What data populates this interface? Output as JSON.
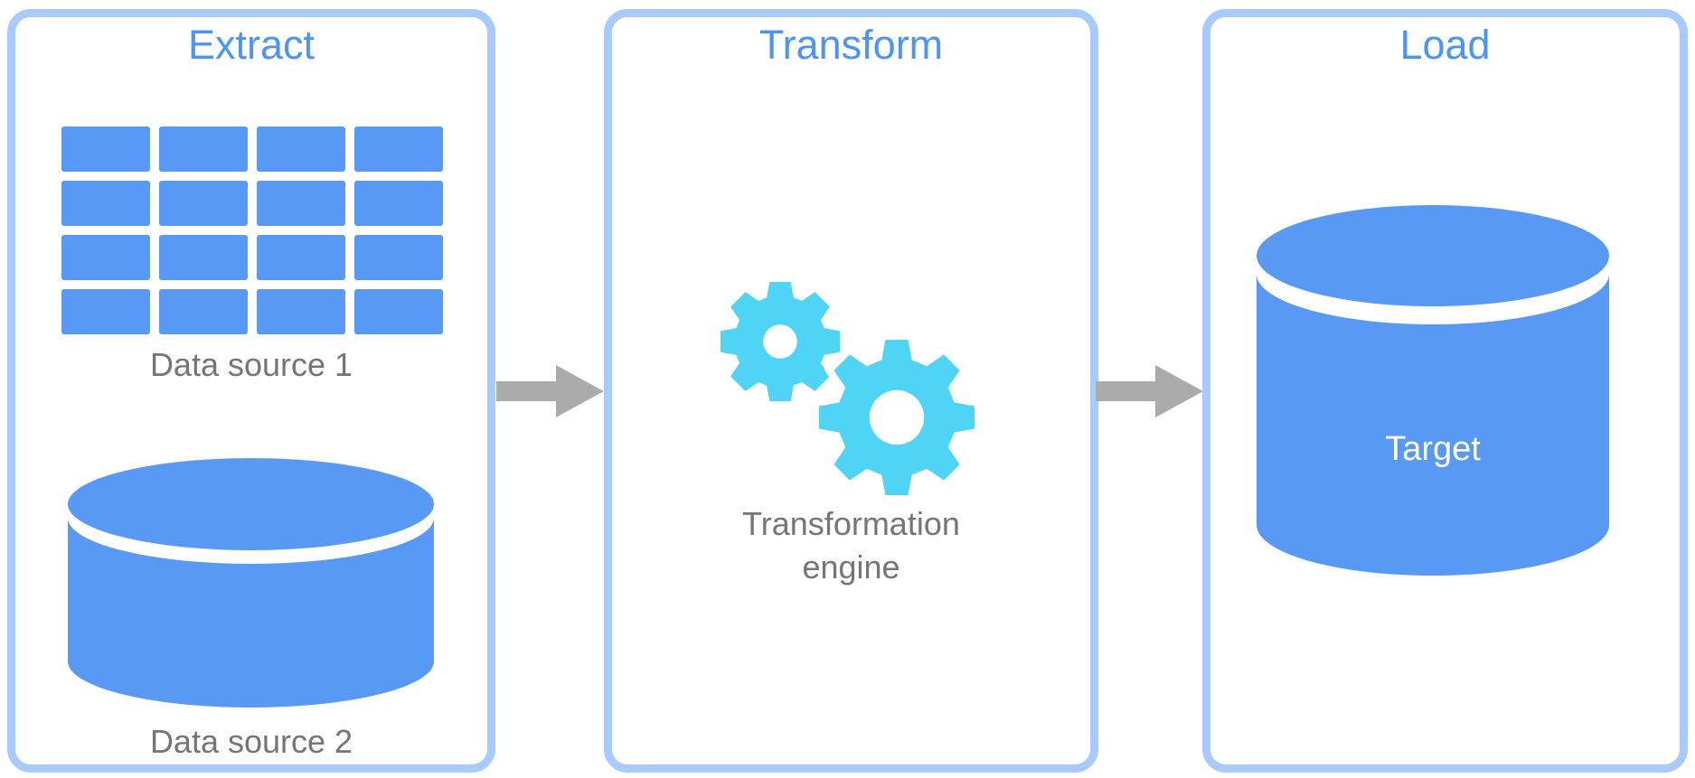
{
  "colors": {
    "background": "#FFFFFF",
    "panel-border": "#A9CAFC",
    "title-blue": "#4D95F5",
    "shape-blue": "#5899F6",
    "gear-cyan": "#50D4F5",
    "label-gray": "#757575",
    "arrow-gray": "#ABABAB",
    "cylinder-text": "#FFFFFF"
  },
  "panels": [
    {
      "title": "Extract",
      "items": [
        {
          "icon": "table-grid-icon",
          "label": "Data source 1"
        },
        {
          "icon": "database-cylinder-icon",
          "label": "Data source 2"
        }
      ]
    },
    {
      "title": "Transform",
      "items": [
        {
          "icon": "gears-icon",
          "label": "Transformation engine"
        }
      ]
    },
    {
      "title": "Load",
      "items": [
        {
          "icon": "database-cylinder-icon",
          "label": "Target",
          "label_position": "inside"
        }
      ]
    }
  ],
  "connectors": [
    {
      "icon": "arrow-right-icon",
      "from": "Extract",
      "to": "Transform"
    },
    {
      "icon": "arrow-right-icon",
      "from": "Transform",
      "to": "Load"
    }
  ]
}
